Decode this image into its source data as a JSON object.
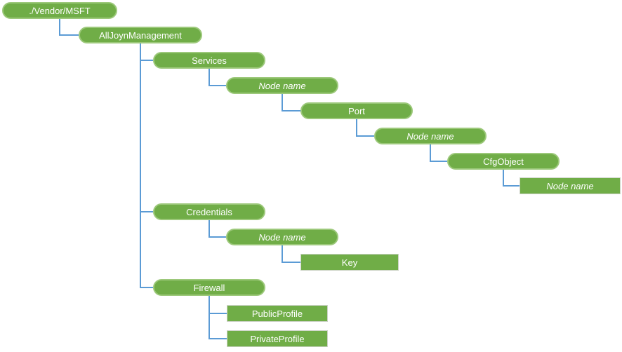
{
  "diagram": {
    "description": "Tree diagram of the AllJoynManagement configuration service provider nodes",
    "colors": {
      "background": "#ffffff",
      "node_fill": "#70ad47",
      "pill_border": "#9cc87a",
      "rect_border": "#ccd3c6",
      "connector": "#5b9bd5",
      "text": "#ffffff"
    },
    "nodes": [
      {
        "id": "root",
        "label": "./Vendor/MSFT",
        "parent": null
      },
      {
        "id": "alljoyn",
        "label": "AllJoynManagement",
        "parent": "root"
      },
      {
        "id": "services",
        "label": "Services",
        "parent": "alljoyn"
      },
      {
        "id": "services-node",
        "label": "Node name",
        "parent": "services"
      },
      {
        "id": "port",
        "label": "Port",
        "parent": "services-node"
      },
      {
        "id": "port-node",
        "label": "Node name",
        "parent": "port"
      },
      {
        "id": "cfgobject",
        "label": "CfgObject",
        "parent": "port-node"
      },
      {
        "id": "cfgobject-node",
        "label": "Node name",
        "parent": "cfgobject"
      },
      {
        "id": "credentials",
        "label": "Credentials",
        "parent": "alljoyn"
      },
      {
        "id": "credentials-node",
        "label": "Node name",
        "parent": "credentials"
      },
      {
        "id": "key",
        "label": "Key",
        "parent": "credentials-node"
      },
      {
        "id": "firewall",
        "label": "Firewall",
        "parent": "alljoyn"
      },
      {
        "id": "publicprofile",
        "label": "PublicProfile",
        "parent": "firewall"
      },
      {
        "id": "privateprofile",
        "label": "PrivateProfile",
        "parent": "firewall"
      }
    ]
  }
}
